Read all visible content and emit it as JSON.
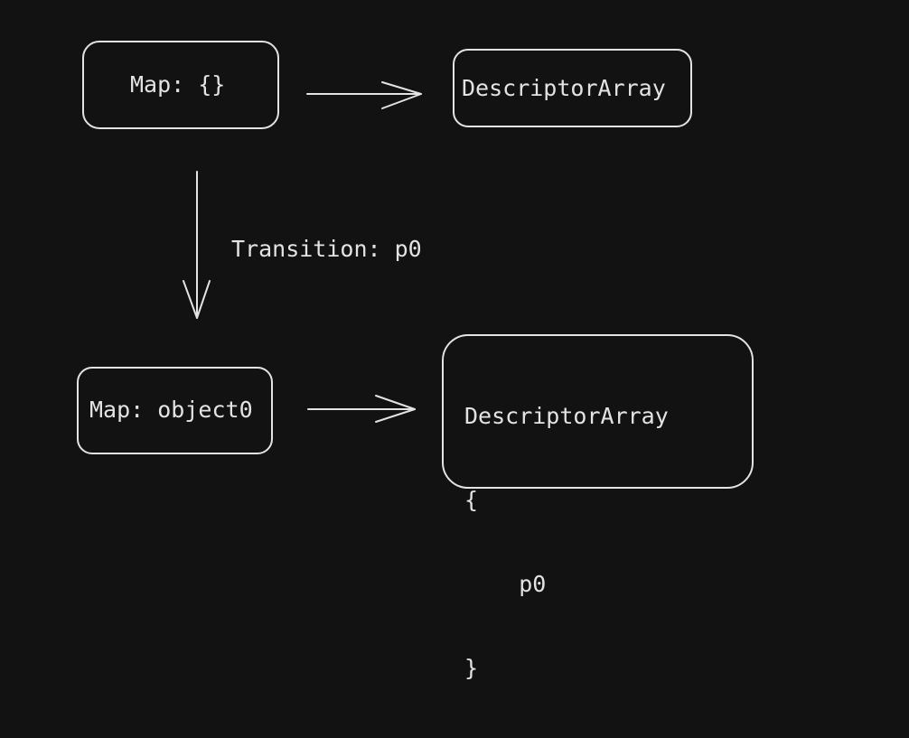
{
  "nodes": {
    "map_root": {
      "label": "Map: {}"
    },
    "descriptor_root": {
      "label": "DescriptorArray"
    },
    "map_object0": {
      "label": "Map: object0"
    },
    "descriptor_object0": {
      "lines": [
        "DescriptorArray",
        "{",
        "    p0",
        "}"
      ]
    }
  },
  "edges": {
    "transition": {
      "label": "Transition: p0"
    }
  },
  "colors": {
    "background": "#121212",
    "stroke": "#e3e3e3"
  }
}
